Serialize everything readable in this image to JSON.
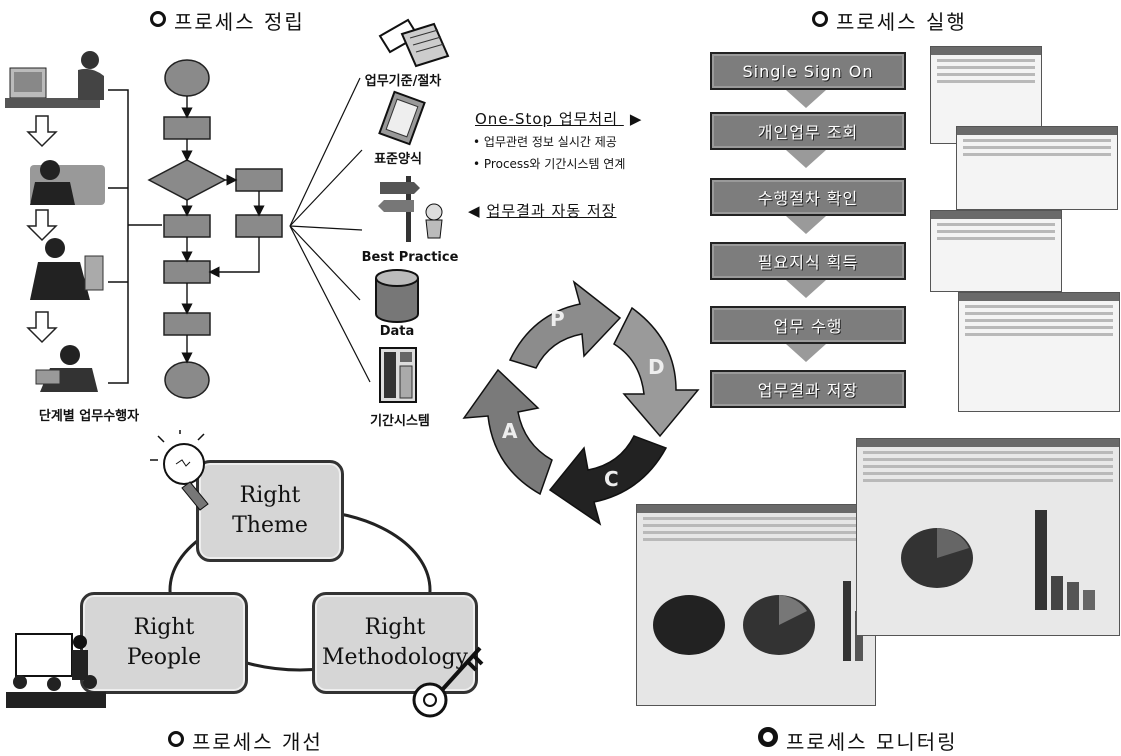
{
  "sections": {
    "establish": "프로세스 정립",
    "execute": "프로세스 실행",
    "improve": "프로세스 개선",
    "monitor": "프로세스 모니터링"
  },
  "workers_label": "단계별 업무수행자",
  "resources": [
    {
      "label": "업무기준/절차",
      "icon": "procedure-docs-icon"
    },
    {
      "label": "표준양식",
      "icon": "clipboard-form-icon"
    },
    {
      "label": "Best Practice",
      "icon": "signpost-best-practice-icon"
    },
    {
      "label": "Data",
      "icon": "database-cylinder-icon"
    },
    {
      "label": "기간시스템",
      "icon": "server-system-icon"
    }
  ],
  "onestop": {
    "title": "One-Stop 업무처리",
    "bullets": [
      "업무관련 정보 실시간 제공",
      "Process와 기간시스템 연계"
    ],
    "save": "업무결과 자동 저장"
  },
  "steps": [
    "Single Sign On",
    "개인업무 조회",
    "수행절차 확인",
    "필요지식 획득",
    "업무 수행",
    "업무결과 저장"
  ],
  "pdca": [
    "P",
    "D",
    "C",
    "A"
  ],
  "right": {
    "theme": [
      "Right",
      "Theme"
    ],
    "people": [
      "Right",
      "People"
    ],
    "methodology": [
      "Right",
      "Methodology"
    ]
  },
  "colors": {
    "box_fill": "#7d7d7d",
    "panel_fill": "#d6d6d6",
    "arrow_dark": "#222222"
  }
}
